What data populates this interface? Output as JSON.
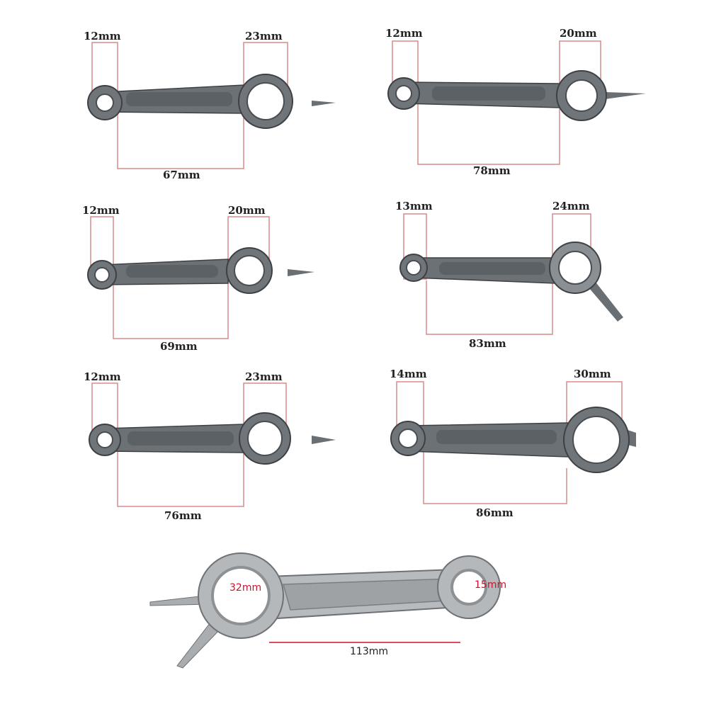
{
  "products": [
    {
      "small_end": "12mm",
      "big_end": "23mm",
      "center_distance": "67mm"
    },
    {
      "small_end": "12mm",
      "big_end": "20mm",
      "center_distance": "78mm"
    },
    {
      "small_end": "12mm",
      "big_end": "20mm",
      "center_distance": "69mm"
    },
    {
      "small_end": "13mm",
      "big_end": "24mm",
      "center_distance": "83mm"
    },
    {
      "small_end": "12mm",
      "big_end": "23mm",
      "center_distance": "76mm"
    },
    {
      "small_end": "14mm",
      "big_end": "30mm",
      "center_distance": "86mm"
    },
    {
      "small_end": "15mm",
      "big_end": "32mm",
      "center_distance": "113mm"
    }
  ],
  "colors": {
    "rod": "#5f6468",
    "rod_edge": "#3d4145",
    "dim_line": "#d98a8a",
    "red_label": "#d0102a"
  }
}
